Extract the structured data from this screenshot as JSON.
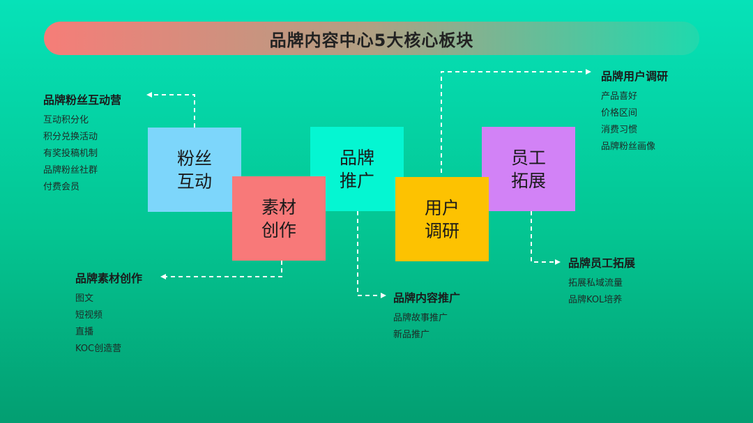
{
  "title": "品牌内容中心5大核心板块",
  "blocks": [
    {
      "line1": "粉丝",
      "line2": "互动",
      "color": "#7dd6fb"
    },
    {
      "line1": "素材",
      "line2": "创作",
      "color": "#f87979"
    },
    {
      "line1": "品牌",
      "line2": "推广",
      "color": "#05f6d2"
    },
    {
      "line1": "用户",
      "line2": "调研",
      "color": "#fdc201"
    },
    {
      "line1": "员工",
      "line2": "拓展",
      "color": "#d282f6"
    }
  ],
  "groups": {
    "fans": {
      "title": "品牌粉丝互动营",
      "items": [
        "互动积分化",
        "积分兑换活动",
        "有奖投稿机制",
        "品牌粉丝社群",
        "付费会员"
      ]
    },
    "material": {
      "title": "品牌素材创作",
      "items": [
        "图文",
        "短视频",
        "直播",
        "KOC创造营"
      ]
    },
    "content": {
      "title": "品牌内容推广",
      "items": [
        "品牌故事推广",
        "新品推广"
      ]
    },
    "user": {
      "title": "品牌用户调研",
      "items": [
        "产品喜好",
        "价格区间",
        "消费习惯",
        "品牌粉丝画像"
      ]
    },
    "staff": {
      "title": "品牌员工拓展",
      "items": [
        "拓展私域流量",
        "品牌KOL培养"
      ]
    }
  }
}
